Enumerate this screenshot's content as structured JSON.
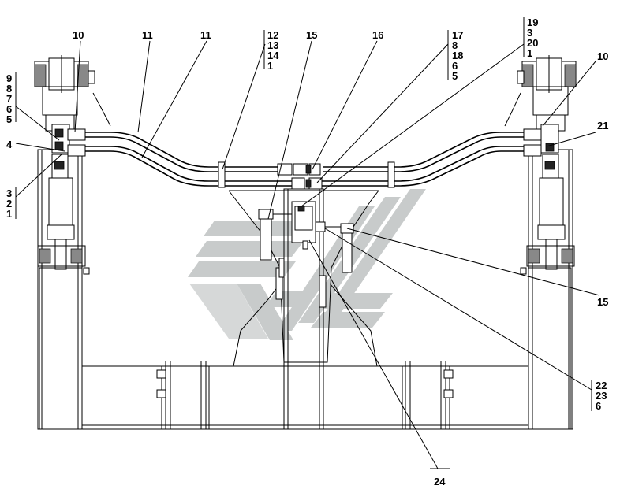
{
  "callouts": {
    "left_stack_1": [
      "9",
      "8",
      "7",
      "6",
      "5"
    ],
    "left_4": "4",
    "left_stack_2": [
      "3",
      "2",
      "1"
    ],
    "top_10_left": "10",
    "top_11_a": "11",
    "top_11_b": "11",
    "stack_12": [
      "12",
      "13",
      "14",
      "1"
    ],
    "top_15": "15",
    "top_16": "16",
    "stack_17": [
      "17",
      "8",
      "18",
      "6",
      "5"
    ],
    "stack_19": [
      "19",
      "3",
      "20",
      "1"
    ],
    "right_10": "10",
    "right_21": "21",
    "right_15": "15",
    "stack_22": [
      "22",
      "23",
      "6"
    ],
    "bottom_24": "24"
  },
  "colors": {
    "line": "#000000",
    "watermark": "#c8cbcb"
  }
}
